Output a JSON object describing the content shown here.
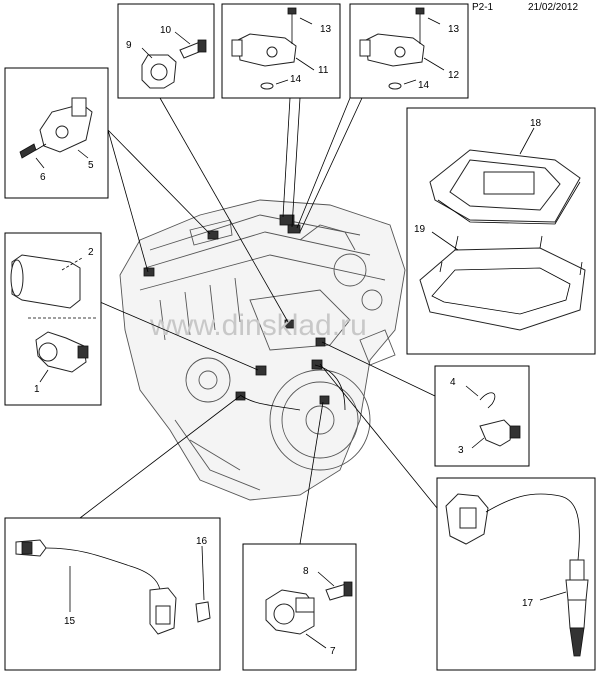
{
  "header": {
    "page_code": "P2-1",
    "date": "21/02/2012"
  },
  "watermark": "www.dinsklad.ru",
  "callouts": [
    "1",
    "2",
    "3",
    "4",
    "5",
    "6",
    "7",
    "8",
    "9",
    "10",
    "11",
    "12",
    "13",
    "14",
    "15",
    "16",
    "17",
    "18",
    "19"
  ],
  "panels": {
    "sensor_9_10": {
      "parts": [
        "9",
        "10"
      ]
    },
    "sensor_11": {
      "parts": [
        "11",
        "13",
        "14"
      ]
    },
    "sensor_12": {
      "parts": [
        "12",
        "13",
        "14"
      ]
    },
    "sensor_5_6": {
      "parts": [
        "5",
        "6"
      ]
    },
    "sensor_1_2": {
      "parts": [
        "1",
        "2"
      ]
    },
    "ecu_18_19": {
      "parts": [
        "18",
        "19"
      ]
    },
    "clip_3_4": {
      "parts": [
        "3",
        "4"
      ]
    },
    "oxygen_17": {
      "parts": [
        "17"
      ]
    },
    "oxygen_15_16": {
      "parts": [
        "15",
        "16"
      ]
    },
    "sensor_7_8": {
      "parts": [
        "7",
        "8"
      ]
    }
  }
}
